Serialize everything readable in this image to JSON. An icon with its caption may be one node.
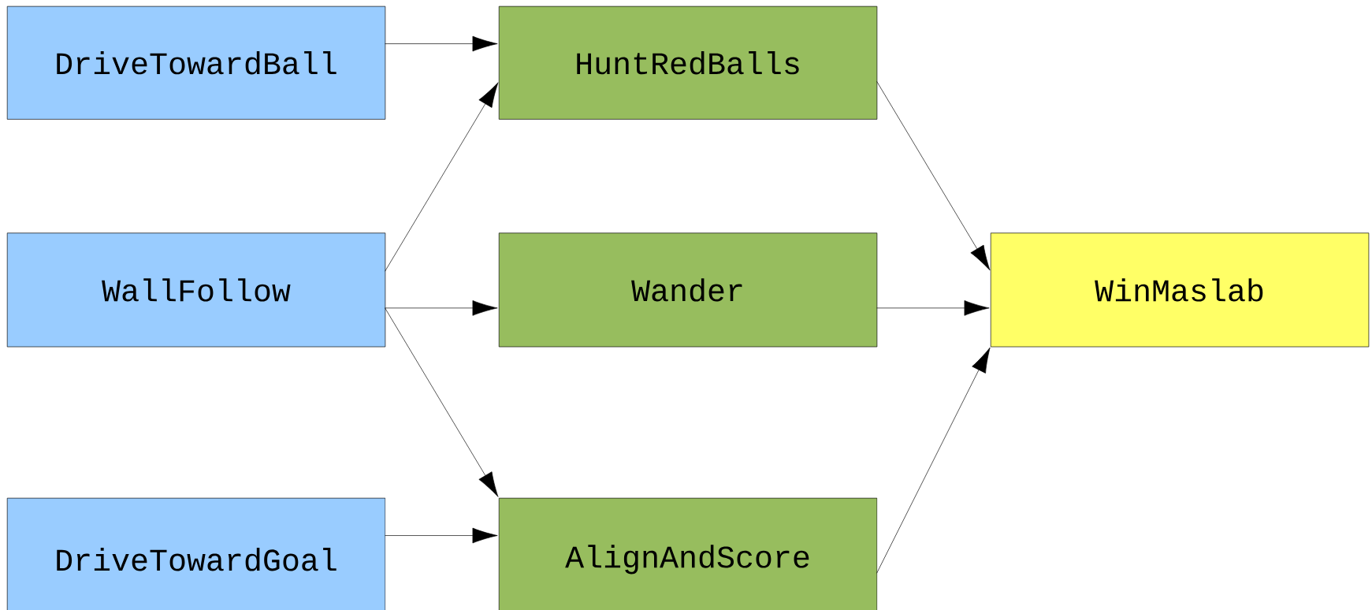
{
  "diagram": {
    "nodes": [
      {
        "text": [
          "DriveTowardBall"
        ]
      },
      {
        "text": [
          "HuntRedBalls"
        ]
      },
      {
        "text": [
          "WallFollow"
        ]
      },
      {
        "text": [
          "Wander"
        ]
      },
      {
        "text": [
          "WinMaslab"
        ]
      },
      {
        "text": [
          "DriveTowardGoal"
        ]
      },
      {
        "text": [
          "AlignAndScore"
        ]
      }
    ],
    "edges": [
      {
        "from": 0,
        "to": 1,
        "arrow": "to"
      },
      {
        "from": 2,
        "to": 1,
        "arrow": "to"
      },
      {
        "from": 2,
        "to": 3,
        "arrow": "to"
      },
      {
        "from": 2,
        "to": 6,
        "arrow": "to"
      },
      {
        "from": 5,
        "to": 6,
        "arrow": "to"
      },
      {
        "from": 1,
        "to": 4,
        "arrow": "to"
      },
      {
        "from": 3,
        "to": 4,
        "arrow": "to"
      },
      {
        "from": 6,
        "to": 4,
        "arrow": "to"
      }
    ]
  }
}
